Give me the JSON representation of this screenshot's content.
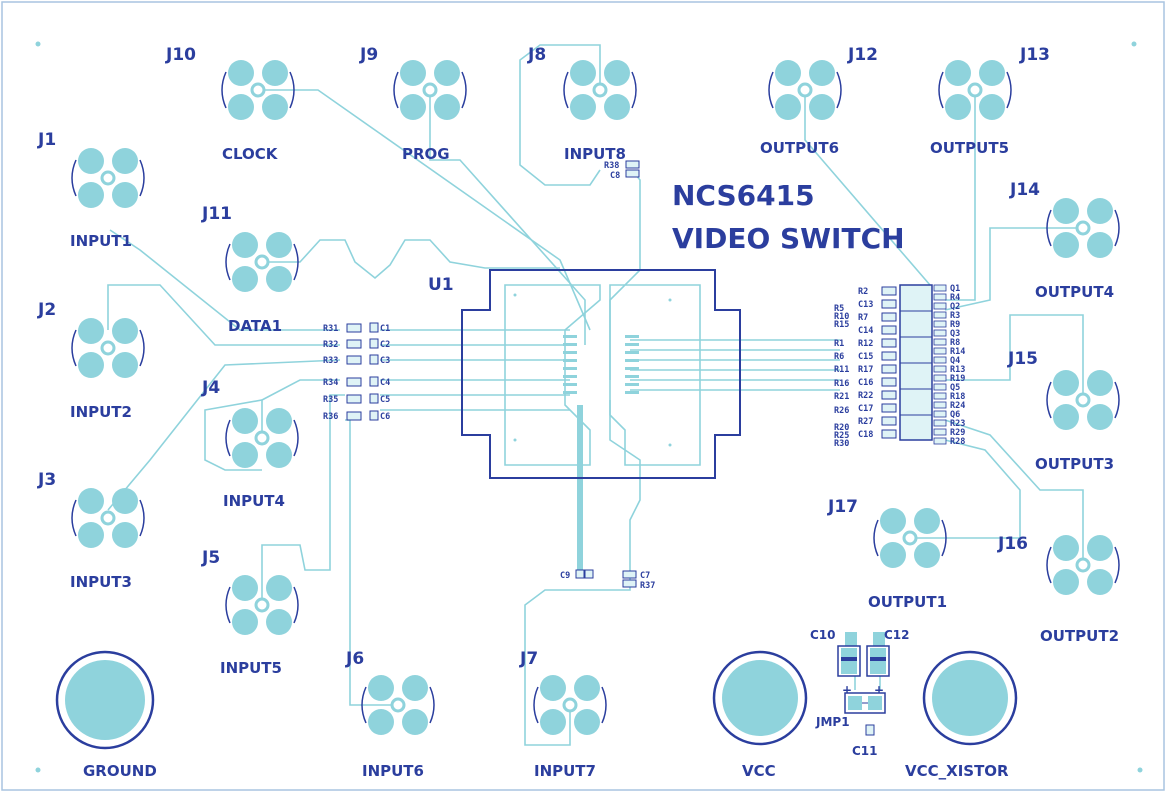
{
  "title": {
    "line1": "NCS6415",
    "line2": "VIDEO SWITCH"
  },
  "chip": {
    "ref": "U1"
  },
  "connectors": [
    {
      "ref": "J10",
      "name": "CLOCK"
    },
    {
      "ref": "J9",
      "name": "PROG"
    },
    {
      "ref": "J8",
      "name": "INPUT8"
    },
    {
      "ref": "J12",
      "name": "OUTPUT6"
    },
    {
      "ref": "J13",
      "name": "OUTPUT5"
    },
    {
      "ref": "J1",
      "name": "INPUT1"
    },
    {
      "ref": "J11",
      "name": "DATA1"
    },
    {
      "ref": "J14",
      "name": "OUTPUT4"
    },
    {
      "ref": "J2",
      "name": "INPUT2"
    },
    {
      "ref": "J4",
      "name": "INPUT4"
    },
    {
      "ref": "J15",
      "name": "OUTPUT3"
    },
    {
      "ref": "J3",
      "name": "INPUT3"
    },
    {
      "ref": "J5",
      "name": "INPUT5"
    },
    {
      "ref": "J17",
      "name": "OUTPUT1"
    },
    {
      "ref": "J16",
      "name": "OUTPUT2"
    },
    {
      "ref": "J6",
      "name": "INPUT6"
    },
    {
      "ref": "J7",
      "name": "INPUT7"
    }
  ],
  "power": {
    "ground": "GROUND",
    "vcc": "VCC",
    "vcc_xistor": "VCC_XISTOR",
    "jumper": "JMP1",
    "c10": "C10",
    "c11": "C11",
    "c12": "C12",
    "plus": "+"
  },
  "left_components": {
    "resistors": [
      "R31",
      "R32",
      "R33",
      "R34",
      "R35",
      "R36"
    ],
    "capacitors": [
      "C1",
      "C2",
      "C3",
      "C4",
      "C5",
      "C6"
    ]
  },
  "bottom_components": {
    "c9": "C9",
    "c7": "C7",
    "r37": "R37",
    "r38": "R38",
    "c8": "C8"
  },
  "right_components": {
    "left_col": [
      "R2",
      "C13",
      "R7",
      "C14",
      "R12",
      "C15",
      "R17",
      "C16",
      "R22",
      "C17",
      "R27",
      "C18"
    ],
    "left_col2": [
      "R5",
      "R10",
      "R15",
      "R1",
      "R6",
      "R11",
      "R16",
      "R21",
      "R26",
      "R20",
      "R25",
      "R30"
    ],
    "right_col": [
      "Q1",
      "R4",
      "Q2",
      "R3",
      "R9",
      "Q3",
      "R8",
      "R14",
      "Q4",
      "R13",
      "R19",
      "Q5",
      "R18",
      "R24",
      "Q6",
      "R23",
      "R29",
      "R28"
    ]
  }
}
